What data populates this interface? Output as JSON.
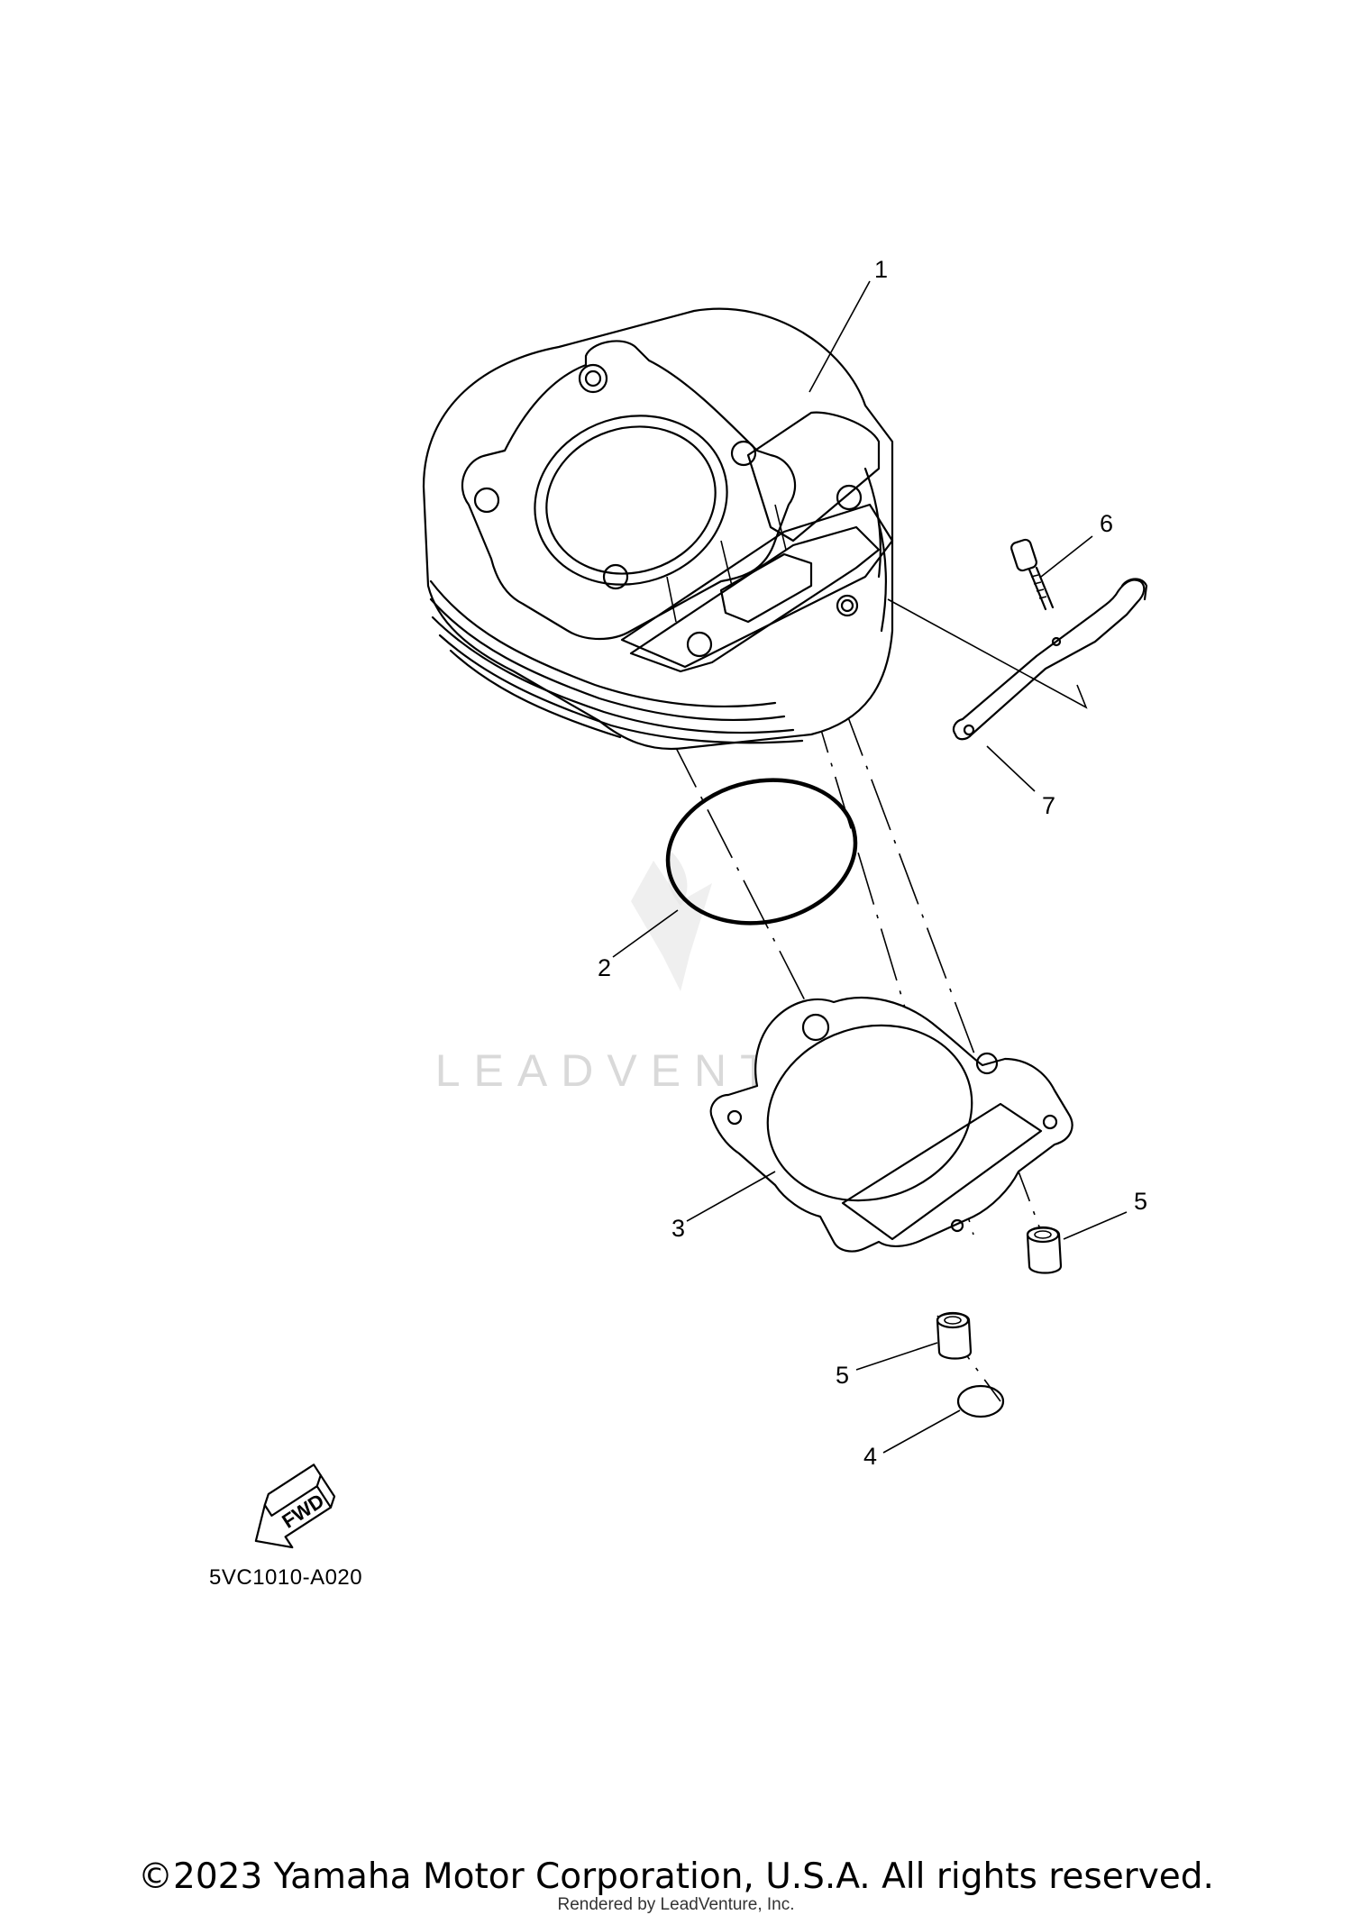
{
  "callouts": {
    "c1": "1",
    "c2": "2",
    "c3": "3",
    "c4": "4",
    "c5a": "5",
    "c5b": "5",
    "c6": "6",
    "c7": "7"
  },
  "fwd_label": "FWD",
  "diagram_code": "5VC1010-A020",
  "watermark": "LEADVENTURE",
  "copyright": "©2023 Yamaha Motor Corporation, U.S.A. All rights reserved.",
  "rendered_by": "Rendered by LeadVenture, Inc.",
  "icons": {
    "fwd": "fwd-arrow-icon",
    "watermark_logo": "leadventure-logo-icon"
  }
}
